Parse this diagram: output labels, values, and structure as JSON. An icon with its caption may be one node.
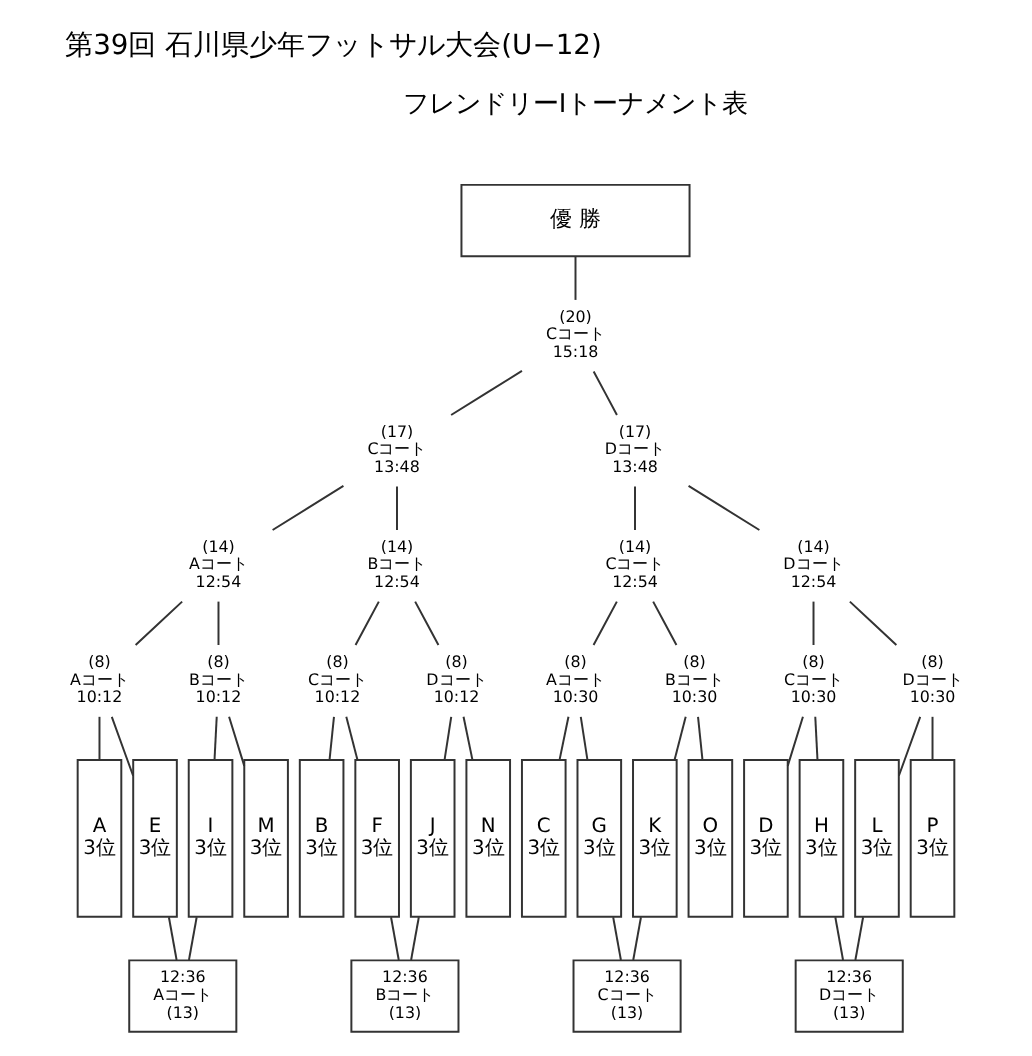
{
  "diagram": {
    "title": "第39回 石川県少年フットサル大会(U−12)",
    "nodes": [
      {
        "text": [
          "優 勝"
        ]
      },
      {
        "text": [
          "(20)",
          "Cコート",
          "15:18"
        ]
      },
      {
        "text": [
          "(17)",
          "Cコート",
          "13:48"
        ]
      },
      {
        "text": [
          "(17)",
          "Dコート",
          "13:48"
        ]
      },
      {
        "text": [
          "(14)",
          "Aコート",
          "12:54"
        ]
      },
      {
        "text": [
          "(14)",
          "Bコート",
          "12:54"
        ]
      },
      {
        "text": [
          "(14)",
          "Cコート",
          "12:54"
        ]
      },
      {
        "text": [
          "(14)",
          "Dコート",
          "12:54"
        ]
      },
      {
        "text": [
          "(8)",
          "Aコート",
          "10:12"
        ]
      },
      {
        "text": [
          "(8)",
          "Bコート",
          "10:12"
        ]
      },
      {
        "text": [
          "(8)",
          "Cコート",
          "10:12"
        ]
      },
      {
        "text": [
          "(8)",
          "Dコート",
          "10:12"
        ]
      },
      {
        "text": [
          "(8)",
          "Aコート",
          "10:30"
        ]
      },
      {
        "text": [
          "(8)",
          "Bコート",
          "10:30"
        ]
      },
      {
        "text": [
          "(8)",
          "Cコート",
          "10:30"
        ]
      },
      {
        "text": [
          "(8)",
          "Dコート",
          "10:30"
        ]
      },
      {
        "text": [
          "A",
          "3位"
        ]
      },
      {
        "text": [
          "E",
          "3位"
        ]
      },
      {
        "text": [
          "I",
          "3位"
        ]
      },
      {
        "text": [
          "M",
          "3位"
        ]
      },
      {
        "text": [
          "B",
          "3位"
        ]
      },
      {
        "text": [
          "F",
          "3位"
        ]
      },
      {
        "text": [
          "J",
          "3位"
        ]
      },
      {
        "text": [
          "N",
          "3位"
        ]
      },
      {
        "text": [
          "C",
          "3位"
        ]
      },
      {
        "text": [
          "G",
          "3位"
        ]
      },
      {
        "text": [
          "K",
          "3位"
        ]
      },
      {
        "text": [
          "O",
          "3位"
        ]
      },
      {
        "text": [
          "D",
          "3位"
        ]
      },
      {
        "text": [
          "H",
          "3位"
        ]
      },
      {
        "text": [
          "L",
          "3位"
        ]
      },
      {
        "text": [
          "P",
          "3位"
        ]
      },
      {
        "text": [
          "12:36",
          "Aコート",
          "(13)"
        ]
      },
      {
        "text": [
          "12:36",
          "Bコート",
          "(13)"
        ]
      },
      {
        "text": [
          "12:36",
          "Cコート",
          "(13)"
        ]
      },
      {
        "text": [
          "12:36",
          "Dコート",
          "(13)"
        ]
      }
    ],
    "edges": [
      {
        "from": 0,
        "to": 1,
        "arrow": "none"
      },
      {
        "from": 1,
        "to": 2,
        "arrow": "none"
      },
      {
        "from": 1,
        "to": 3,
        "arrow": "none"
      },
      {
        "from": 2,
        "to": 4,
        "arrow": "none"
      },
      {
        "from": 2,
        "to": 5,
        "arrow": "none"
      },
      {
        "from": 3,
        "to": 6,
        "arrow": "none"
      },
      {
        "from": 3,
        "to": 7,
        "arrow": "none"
      },
      {
        "from": 4,
        "to": 8,
        "arrow": "none"
      },
      {
        "from": 4,
        "to": 9,
        "arrow": "none"
      },
      {
        "from": 5,
        "to": 10,
        "arrow": "none"
      },
      {
        "from": 5,
        "to": 11,
        "arrow": "none"
      },
      {
        "from": 6,
        "to": 12,
        "arrow": "none"
      },
      {
        "from": 6,
        "to": 13,
        "arrow": "none"
      },
      {
        "from": 7,
        "to": 14,
        "arrow": "none"
      },
      {
        "from": 7,
        "to": 15,
        "arrow": "none"
      },
      {
        "from": 8,
        "to": 16,
        "arrow": "none"
      },
      {
        "from": 8,
        "to": 17,
        "arrow": "none"
      },
      {
        "from": 9,
        "to": 18,
        "arrow": "none"
      },
      {
        "from": 9,
        "to": 19,
        "arrow": "none"
      },
      {
        "from": 10,
        "to": 20,
        "arrow": "none"
      },
      {
        "from": 10,
        "to": 21,
        "arrow": "none"
      },
      {
        "from": 11,
        "to": 22,
        "arrow": "none"
      },
      {
        "from": 11,
        "to": 23,
        "arrow": "none"
      },
      {
        "from": 12,
        "to": 24,
        "arrow": "none"
      },
      {
        "from": 12,
        "to": 25,
        "arrow": "none"
      },
      {
        "from": 13,
        "to": 26,
        "arrow": "none"
      },
      {
        "from": 13,
        "to": 27,
        "arrow": "none"
      },
      {
        "from": 14,
        "to": 28,
        "arrow": "none"
      },
      {
        "from": 14,
        "to": 29,
        "arrow": "none"
      },
      {
        "from": 15,
        "to": 30,
        "arrow": "none"
      },
      {
        "from": 15,
        "to": 31,
        "arrow": "none"
      },
      {
        "from": 17,
        "to": 32,
        "arrow": "none"
      },
      {
        "from": 18,
        "to": 32,
        "arrow": "none"
      },
      {
        "from": 21,
        "to": 33,
        "arrow": "none"
      },
      {
        "from": 22,
        "to": 33,
        "arrow": "none"
      },
      {
        "from": 25,
        "to": 34,
        "arrow": "none"
      },
      {
        "from": 26,
        "to": 34,
        "arrow": "none"
      },
      {
        "from": 29,
        "to": 35,
        "arrow": "none"
      },
      {
        "from": 30,
        "to": 35,
        "arrow": "none"
      }
    ],
    "labels": [
      "フレンドリーⅠトーナメント表"
    ]
  }
}
